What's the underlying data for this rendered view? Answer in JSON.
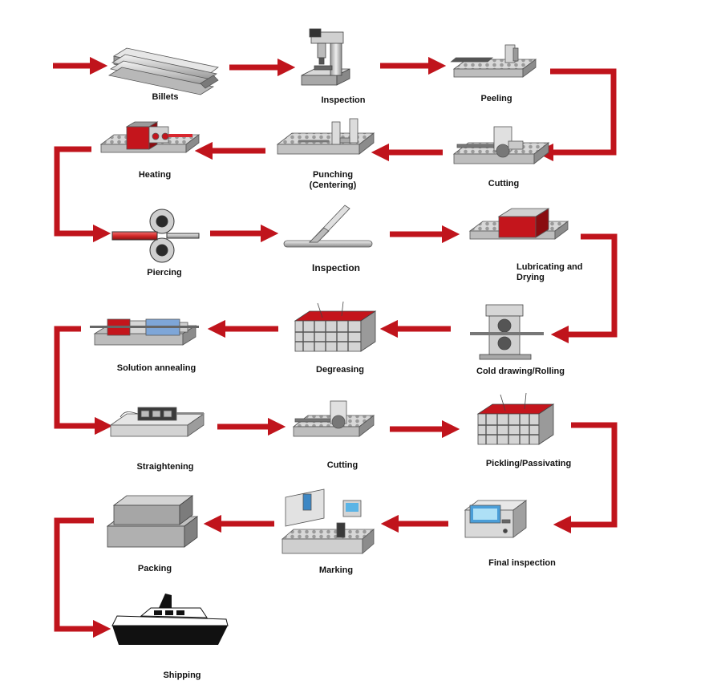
{
  "diagram": {
    "accent_color": "#c0141c",
    "steps": [
      {
        "label": "Billets",
        "icon": "billets-icon"
      },
      {
        "label": "Inspection",
        "icon": "inspection-press-icon"
      },
      {
        "label": "Peeling",
        "icon": "peeling-machine-icon"
      },
      {
        "label": "Cutting",
        "icon": "cutting-saw-icon"
      },
      {
        "label": "Punching",
        "label_line2": "(Centering)",
        "icon": "punching-machine-icon"
      },
      {
        "label": "Heating",
        "icon": "heating-furnace-icon"
      },
      {
        "label": "Piercing",
        "icon": "piercing-rollers-icon"
      },
      {
        "label": "Inspection",
        "icon": "inspection-probe-icon"
      },
      {
        "label": "Lubricating and",
        "label_line2": "Drying",
        "icon": "lubricating-dryer-icon"
      },
      {
        "label": "Cold drawing/Rolling",
        "icon": "cold-drawing-mill-icon"
      },
      {
        "label": "Degreasing",
        "icon": "degreasing-tank-icon"
      },
      {
        "label": "Solution annealing",
        "icon": "annealing-furnace-icon"
      },
      {
        "label": "Straightening",
        "icon": "straightening-machine-icon"
      },
      {
        "label": "Cutting",
        "icon": "cutting-saw-icon"
      },
      {
        "label": "Pickling/Passivating",
        "icon": "pickling-tank-icon"
      },
      {
        "label": "Final inspection",
        "icon": "final-inspection-machine-icon"
      },
      {
        "label": "Marking",
        "icon": "marking-machine-icon"
      },
      {
        "label": "Packing",
        "icon": "packing-boxes-icon"
      },
      {
        "label": "Shipping",
        "icon": "cargo-ship-icon"
      }
    ]
  }
}
